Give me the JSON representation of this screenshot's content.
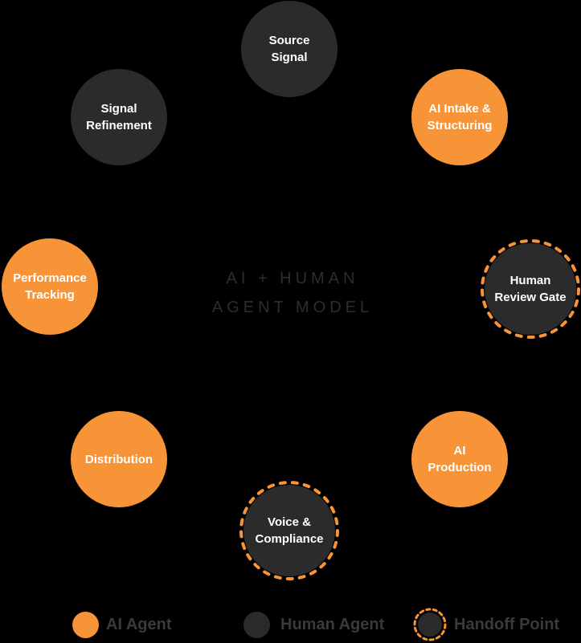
{
  "title": {
    "line1": "AI + HUMAN",
    "line2": "AGENT MODEL"
  },
  "nodes": [
    {
      "id": "source-signal",
      "label": "Source\nSignal",
      "type": "human-agent"
    },
    {
      "id": "ai-intake-structuring",
      "label": "AI Intake &\nStructuring",
      "type": "ai-agent"
    },
    {
      "id": "human-review-gate",
      "label": "Human\nReview Gate",
      "type": "handoff-point"
    },
    {
      "id": "ai-production",
      "label": "AI\nProduction",
      "type": "ai-agent"
    },
    {
      "id": "voice-compliance",
      "label": "Voice &\nCompliance",
      "type": "handoff-point"
    },
    {
      "id": "distribution",
      "label": "Distribution",
      "type": "ai-agent"
    },
    {
      "id": "performance-tracking",
      "label": "Performance\nTracking",
      "type": "ai-agent"
    },
    {
      "id": "signal-refinement",
      "label": "Signal\nRefinement",
      "type": "human-agent"
    }
  ],
  "legend": [
    {
      "label": "AI Agent",
      "swatch": "ai-agent"
    },
    {
      "label": "Human Agent",
      "swatch": "human-agent"
    },
    {
      "label": "Handoff Point",
      "swatch": "handoff-point"
    }
  ],
  "colors": {
    "background": "#000000",
    "ai_agent": "#F79438",
    "human_agent": "#2B2B2B",
    "handoff_dash": "#F79438",
    "node_text": "#FFFFFF",
    "title_text": "#2B2D35",
    "legend_text": "#3A3A3C"
  }
}
